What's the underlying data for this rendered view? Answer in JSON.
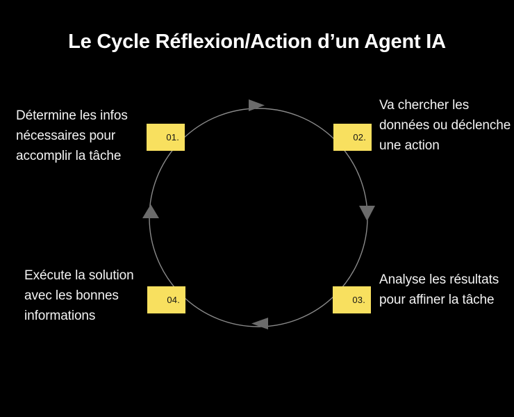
{
  "slide": {
    "title": "Le Cycle Réflexion/Action d’un Agent IA",
    "background_color": "#000000",
    "text_color": "#f3f3f3",
    "accent_color": "#F8E05F",
    "circle_color": "#8a8a8a",
    "arrow_color": "#6b6b6b"
  },
  "diagram": {
    "type": "cycle",
    "direction": "clockwise",
    "steps": [
      {
        "number": "01.",
        "description": "Détermine les infos nécessaires pour accomplir la tâche",
        "position": "top-left"
      },
      {
        "number": "02.",
        "description": "Va chercher les données ou déclenche une action",
        "position": "top-right"
      },
      {
        "number": "03.",
        "description": "Analyse les résultats pour affiner la tâche",
        "position": "bottom-right"
      },
      {
        "number": "04.",
        "description": "Exécute la solution avec les bonnes informations",
        "position": "bottom-left"
      }
    ],
    "arrows": [
      {
        "name": "arrow-top",
        "direction": "right"
      },
      {
        "name": "arrow-right",
        "direction": "down"
      },
      {
        "name": "arrow-bottom",
        "direction": "left"
      },
      {
        "name": "arrow-left",
        "direction": "up"
      }
    ]
  }
}
